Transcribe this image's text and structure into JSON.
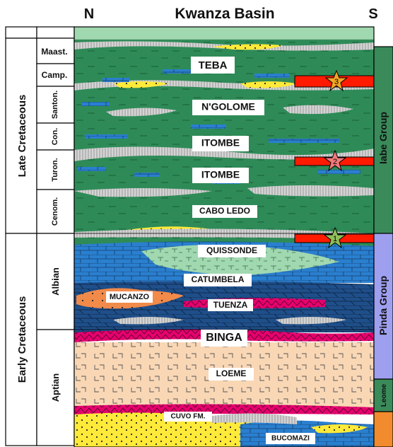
{
  "header": {
    "north": "N",
    "title": "Kwanza Basin",
    "south": "S"
  },
  "epochs": [
    {
      "id": "late",
      "label": "Late Cretaceous"
    },
    {
      "id": "early",
      "label": "Early Cretaceous"
    }
  ],
  "stages": [
    {
      "id": "maast",
      "label": "Maast."
    },
    {
      "id": "camp",
      "label": "Camp."
    },
    {
      "id": "santon",
      "label": "Santon."
    },
    {
      "id": "con",
      "label": "Con."
    },
    {
      "id": "turon",
      "label": "Turon."
    },
    {
      "id": "cenom",
      "label": "Cenom."
    },
    {
      "id": "albian",
      "label": "Albian"
    },
    {
      "id": "aptian",
      "label": "Aptian"
    }
  ],
  "formations": [
    {
      "id": "teba",
      "label": "TEBA"
    },
    {
      "id": "ngolome",
      "label": "N'GOLOME"
    },
    {
      "id": "itombe1",
      "label": "ITOMBE"
    },
    {
      "id": "itombe2",
      "label": "ITOMBE"
    },
    {
      "id": "caboledo",
      "label": "CABO LEDO"
    },
    {
      "id": "quissonde",
      "label": "QUISSONDE"
    },
    {
      "id": "catumbela",
      "label": "CATUMBELA"
    },
    {
      "id": "mucanzo",
      "label": "MUCANZO"
    },
    {
      "id": "tuenza",
      "label": "TUENZA"
    },
    {
      "id": "binga",
      "label": "BINGA"
    },
    {
      "id": "loeme",
      "label": "LOEME"
    },
    {
      "id": "cuvo",
      "label": "CUVO FM."
    },
    {
      "id": "bucomazi",
      "label": "BUCOMAZI"
    }
  ],
  "groups": [
    {
      "id": "iabe",
      "label": "Iabe Group",
      "color": "#3a8a5a"
    },
    {
      "id": "pinda",
      "label": "Pinda Group",
      "color": "#9f9ff0"
    },
    {
      "id": "leome",
      "label": "Leome",
      "color": "#3a8a5a"
    },
    {
      "id": "bottom",
      "label": "",
      "color": "#f28a2e"
    }
  ],
  "markers": [
    {
      "id": "m3",
      "label": "3",
      "color": "#f5a623"
    },
    {
      "id": "m2",
      "label": "2",
      "color": "#f07a7a"
    },
    {
      "id": "m1",
      "label": "1",
      "color": "#8fbf5a"
    }
  ],
  "colors": {
    "shale": "#2e8b57",
    "limestone_light": "#2a7fcf",
    "limestone_dark": "#1f4f8a",
    "anhydrite": "#e6006e",
    "salt": "#f9d7b5",
    "sandstone": "#ffea3a",
    "marl": "#a0d8b0",
    "mucanzo": "#f28a4a",
    "reservoir": "#ff1a00"
  }
}
